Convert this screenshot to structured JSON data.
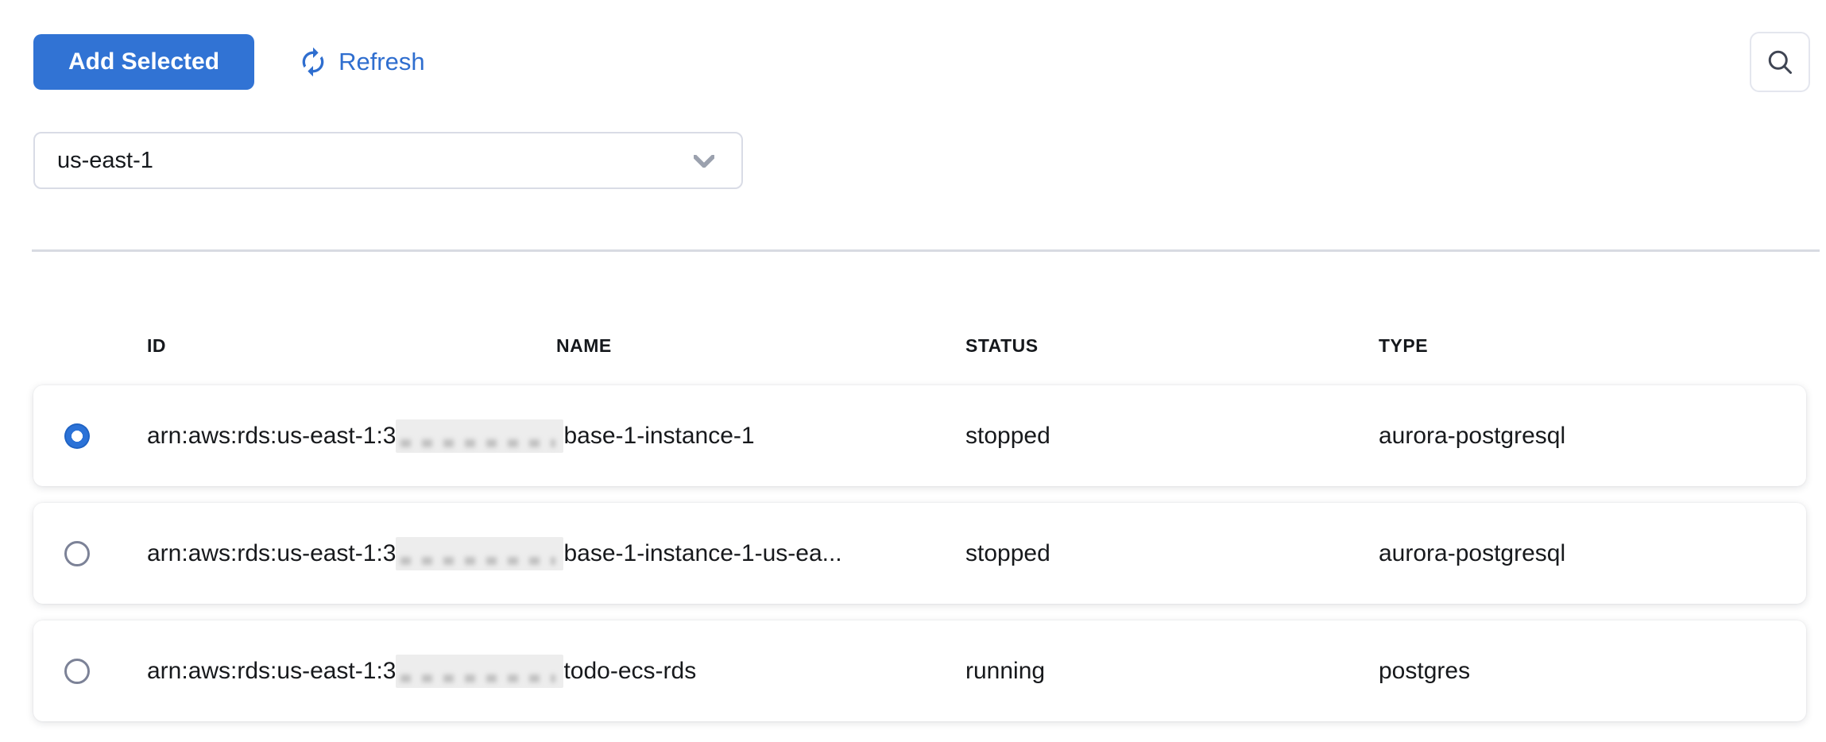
{
  "toolbar": {
    "add_selected_button": "Add Selected",
    "refresh_link": "Refresh",
    "search_icon": "search-icon",
    "refresh_icon": "refresh-icon"
  },
  "filters": {
    "region_dropdown": {
      "selected_value": "us-east-1",
      "chevron_icon": "chevron-down-icon"
    }
  },
  "table": {
    "headers": [
      "ID",
      "NAME",
      "STATUS",
      "TYPE"
    ],
    "rows": [
      {
        "selected": true,
        "id_prefix": "arn:aws:rds:us-east-1:3",
        "id_redacted": true,
        "id_suffix": "base-1-instance-1",
        "status": "stopped",
        "type": "aurora-postgresql"
      },
      {
        "selected": false,
        "id_prefix": "arn:aws:rds:us-east-1:3",
        "id_redacted": true,
        "id_suffix": "base-1-instance-1-us-ea...",
        "status": "stopped",
        "type": "aurora-postgresql"
      },
      {
        "selected": false,
        "id_prefix": "arn:aws:rds:us-east-1:3",
        "id_redacted": true,
        "id_suffix": "todo-ecs-rds",
        "status": "running",
        "type": "postgres"
      }
    ]
  },
  "colors": {
    "primary_blue": "#3173d4",
    "link_blue": "#2f6ecf",
    "selected_radio_blue": "#2b72d7",
    "row_text": "#17191c",
    "divider": "#d8dbe2",
    "dropdown_border": "#d9dce6",
    "redacted_fill": "#ededed",
    "card_background": "#ffffff"
  }
}
